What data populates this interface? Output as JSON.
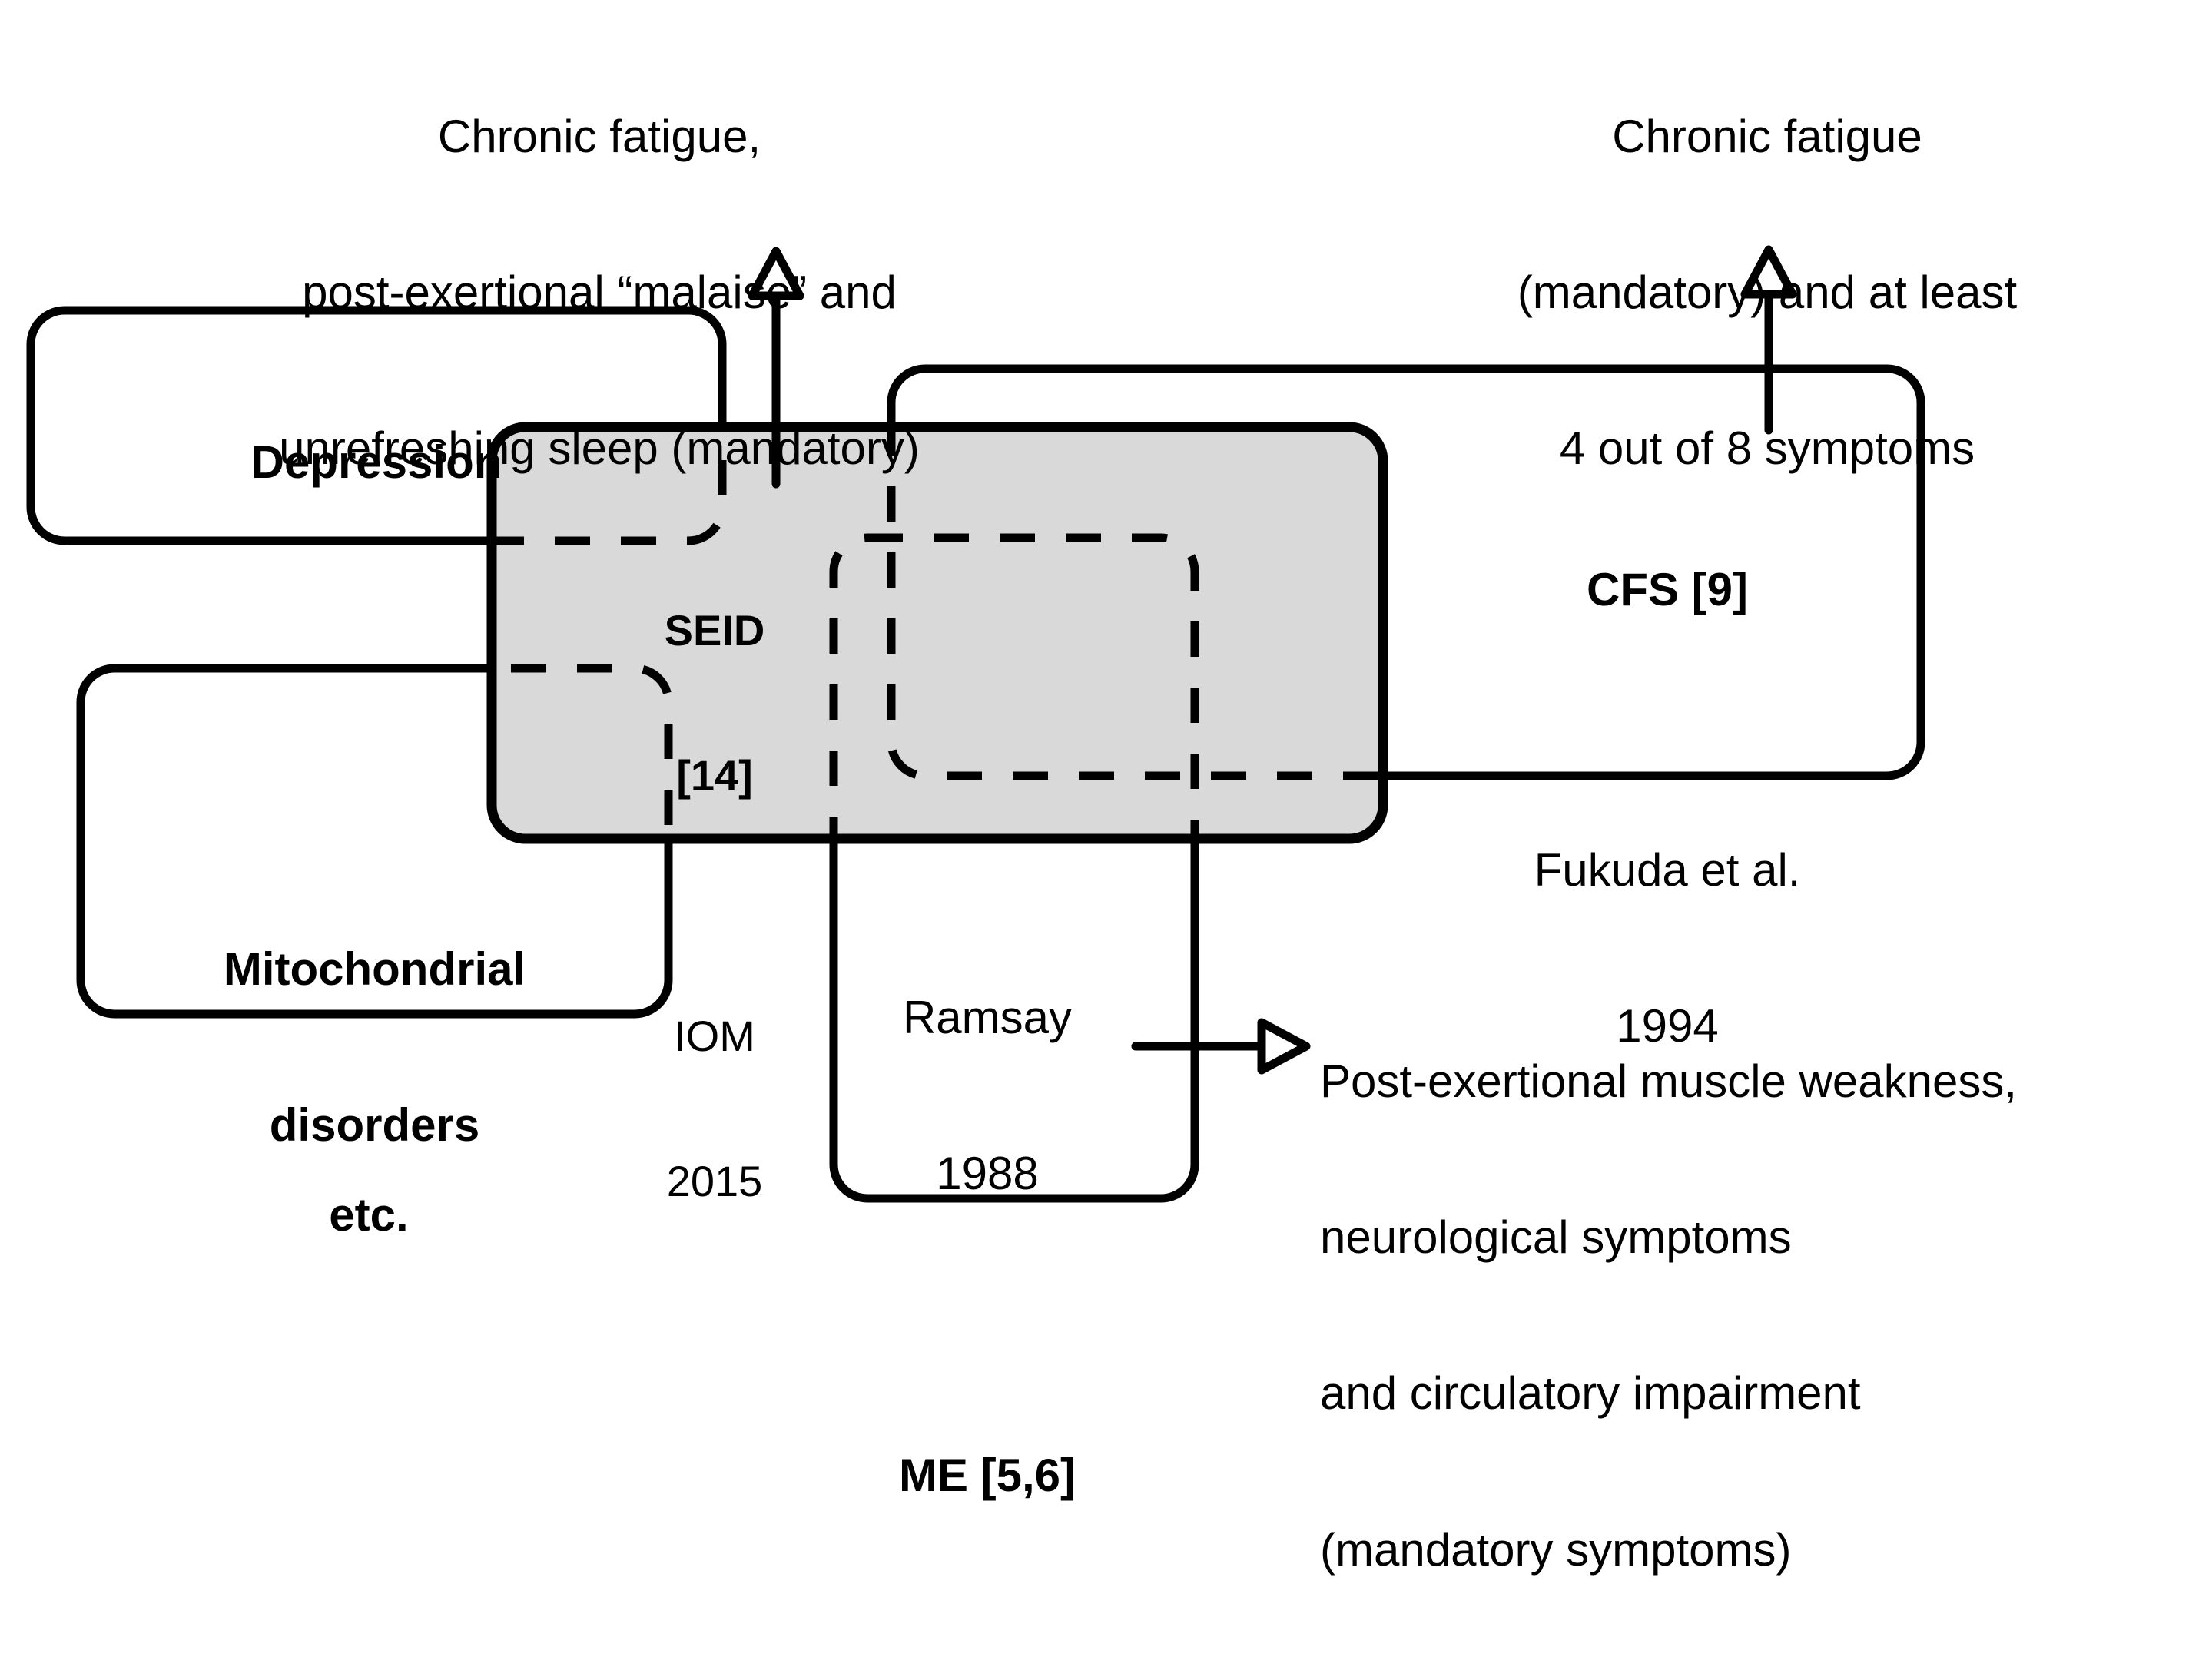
{
  "diagram": {
    "title_note": "Venn-style overlap diagram of ME/CFS/SEID case definitions",
    "colors": {
      "stroke": "#000000",
      "overlap_fill": "#d9d9d9",
      "background": "#ffffff",
      "text": "#000000"
    },
    "annotations": {
      "seid_criteria": {
        "line1": "Chronic fatigue,",
        "line2": "post-exertional “malaise” and",
        "line3": "unrefreshing sleep (mandatory)"
      },
      "cfs_criteria": {
        "line1": "Chronic fatigue",
        "line2": "(mandatory) and at least",
        "line3": "4 out of 8 symptoms"
      },
      "me_criteria": {
        "line1": "Post-exertional muscle weakness,",
        "line2": "neurological symptoms",
        "line3": "and circulatory impairment",
        "line4": "(mandatory symptoms)"
      }
    },
    "boxes": {
      "depression": {
        "label": "Depression"
      },
      "mitochondrial": {
        "line1": "Mitochondrial",
        "line2": "disorders"
      },
      "etc": {
        "label": "etc."
      },
      "seid": {
        "name": "SEID",
        "ref": "[14]",
        "source": "IOM",
        "year": "2015"
      },
      "cfs": {
        "name": "CFS [9]",
        "source": "Fukuda et al.",
        "year": "1994"
      },
      "me": {
        "source": "Ramsay",
        "year": "1988",
        "name": "ME [5,6]"
      }
    },
    "arrows": {
      "seid_arrow": "arrow-up-icon",
      "cfs_arrow": "arrow-up-icon",
      "me_arrow": "arrow-right-icon"
    }
  }
}
